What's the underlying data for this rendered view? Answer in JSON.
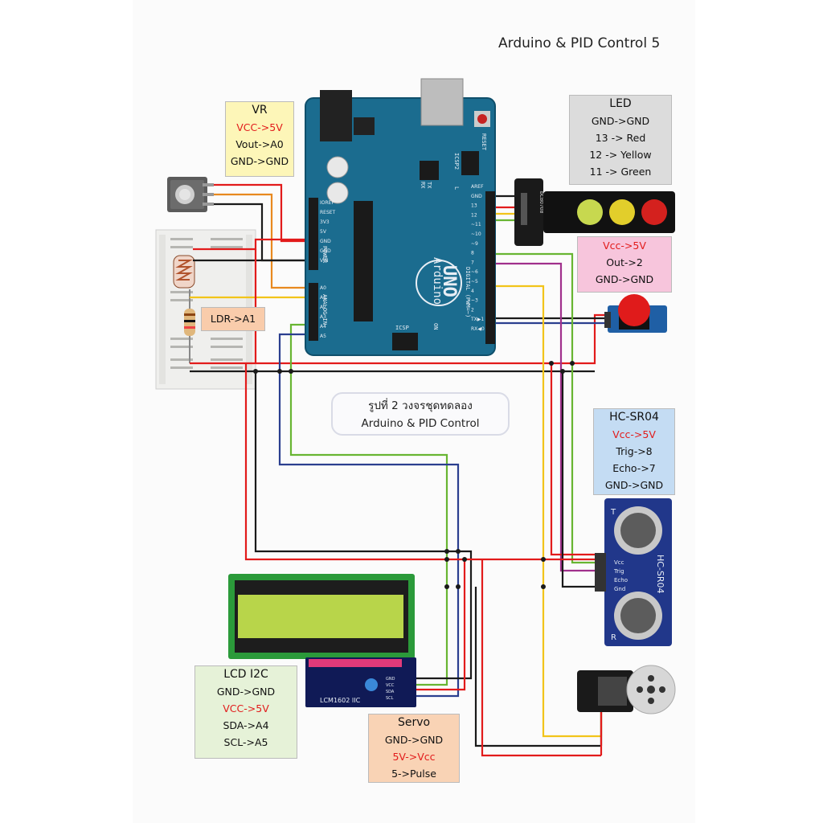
{
  "header": {
    "title": "Arduino & PID Control 5"
  },
  "caption": {
    "line1": "รูปที่ 2 วงจรชุดทดลอง",
    "line2": "Arduino & PID Control"
  },
  "boxes": {
    "vr": {
      "title": "VR",
      "l1": "VCC->5V",
      "l2": "Vout->A0",
      "l3": "GND->GND",
      "bg": "#fdf6b8"
    },
    "led": {
      "title": "LED",
      "l1": "GND->GND",
      "l2": "13 -> Red",
      "l3": "12 -> Yellow",
      "l4": "11 -> Green",
      "bg": "#dcdcdc"
    },
    "button": {
      "l1": "Vcc->5V",
      "l2": "Out->2",
      "l3": "GND->GND",
      "bg": "#f7c5dc"
    },
    "ldr": {
      "l1": "LDR->A1",
      "bg": "#f9ccab"
    },
    "hcsr04": {
      "title": "HC-SR04",
      "l1": "Vcc->5V",
      "l2": "Trig->8",
      "l3": "Echo->7",
      "l4": "GND->GND",
      "bg": "#c4dcf3"
    },
    "lcd": {
      "title": "LCD I2C",
      "l1": "GND->GND",
      "l2": "VCC->5V",
      "l3": "SDA->A4",
      "l4": "SCL->A5",
      "bg": "#e6f2d8"
    },
    "servo": {
      "title": "Servo",
      "l1": "GND->GND",
      "l2": "5V->Vcc",
      "l3": "5->Pulse",
      "bg": "#f9d3b5"
    }
  },
  "board": {
    "name": "UNO",
    "brand": "Arduino",
    "reset": "RESET",
    "icsp2": "ICSP2",
    "icsp": "ICSP",
    "on": "ON",
    "digital": "DIGITAL (PWM=~)",
    "analog": "ANALOG IN",
    "power": "POWER",
    "tx": "TX",
    "rx": "RX",
    "l": "L",
    "power_pins": [
      "IOREF",
      "RESET",
      "3V3",
      "5V",
      "GND",
      "GND",
      "VIN"
    ],
    "analog_pins": [
      "A0",
      "A1",
      "A2",
      "A3",
      "A4",
      "A5"
    ],
    "digital_pins": [
      "AREF",
      "GND",
      "13",
      "12",
      "~11",
      "~10",
      "~9",
      "8",
      "7",
      "~6",
      "~5",
      "4",
      "~3",
      "2",
      "TX▶1",
      "RX◀0"
    ]
  },
  "traffic_light": {
    "label": "bCB0708"
  },
  "lcd_module": {
    "label": "LCM1602 IIC",
    "pins": [
      "GND",
      "VCC",
      "SDA",
      "SCL"
    ]
  },
  "ultrasonic": {
    "label": "HC-SR04",
    "pins": [
      "Vcc",
      "Trig",
      "Echo",
      "Gnd"
    ],
    "t": "T",
    "r": "R"
  },
  "colors": {
    "red": "#e21b1b",
    "black": "#1a1a1a",
    "yellow": "#f2c41a",
    "green": "#68b532",
    "purple": "#a0308c",
    "blue": "#2b3f8f",
    "board": "#1b6c8f"
  }
}
